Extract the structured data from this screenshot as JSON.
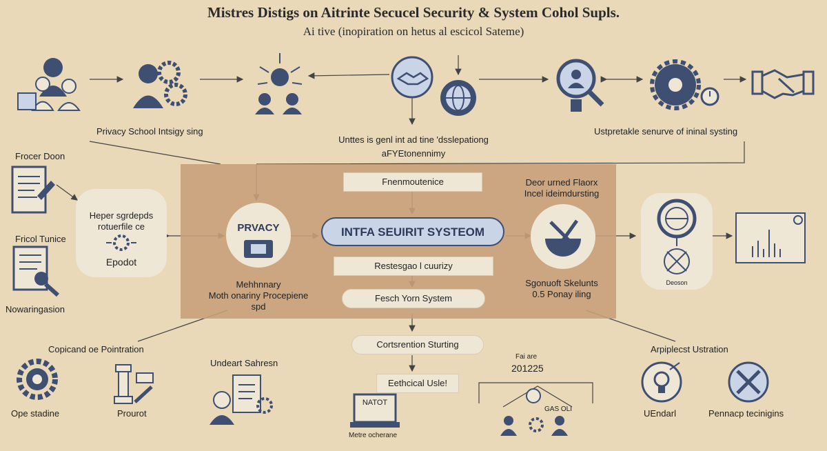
{
  "header": {
    "title": "Mistres Distigs on Aitrinte Secucel Security & System Cohol Supls.",
    "subtitle": "Ai tive (inopiration on hetus al escicol Sateme)"
  },
  "labels": {
    "privacy_school": "Privacy School Intsigy sing",
    "unttes_line1": "Unttes is genl int ad tine 'dsslepationg",
    "unttes_line2": "aFYEtonennimy",
    "ustpretakle": "Ustpretakle senurve of ininal systing",
    "frocer_doon": "Frocer Doon",
    "fricol_tunice": "Fricol Tunice",
    "nowaringasion": "Nowaringasion",
    "heper_line1": "Heper sgrdepds",
    "heper_line2": "rotuerfile ce",
    "epodot": "Epodot",
    "privacy": "PRVACY",
    "fnenmoutenice": "Fnenmoutenice",
    "core_system": "INTFA SEUIRIT SYSTEOM",
    "restesgao": "Restesgao l cuurizy",
    "fesch": "Fesch Yorn System",
    "mehhnnary_line1": "Mehhnnary",
    "mehhnnary_line2": "Moth onariny Procepiene",
    "mehhnnary_line3": "spd",
    "deor_line1": "Deor urned Flaorx",
    "deor_line2": "Incel ideimdursting",
    "sgonuoft_line1": "Sgonuoft Skelunts",
    "sgonuoft_line2": "0.5 Ponay iling",
    "deoson": "Deoson",
    "copicand": "Copicand oe Pointration",
    "undeart": "Undeart Sahresn",
    "cortsrention": "Cortsrention Sturting",
    "ethcical": "Eethcical Usle!",
    "nat": "NATOT",
    "metre": "Metre ocherane",
    "fai_are": "Fai are",
    "year": "201225",
    "gas": "GAS OLI",
    "arpiplecst": "Arpiplecst Ustration",
    "ope_stadine": "Ope stadine",
    "prourot": "Prourot",
    "uendarl": "UEndarl",
    "pennacp": "Pennacp tecinigins"
  },
  "colors": {
    "background": "#e9d9b8",
    "panel": "#c8a07a",
    "navy": "#3f4f72",
    "box": "#efe7d6",
    "core_fill": "#c9d4e6"
  },
  "icons": [
    "people-group-icon",
    "person-gears-icon",
    "idea-team-icon",
    "handshake-icon",
    "globe-icon",
    "magnifier-person-icon",
    "gear-clock-icon",
    "handshake-outline-icon",
    "document-icon",
    "checklist-magnifier-icon",
    "gears-icon",
    "id-card-icon",
    "tools-pie-icon",
    "globe-badge-icon",
    "chart-icon",
    "gear-icon",
    "server-column-icon",
    "person-document-icon",
    "laptop-icon",
    "team-network-icon",
    "lightbulb-icon",
    "tools-icon"
  ]
}
